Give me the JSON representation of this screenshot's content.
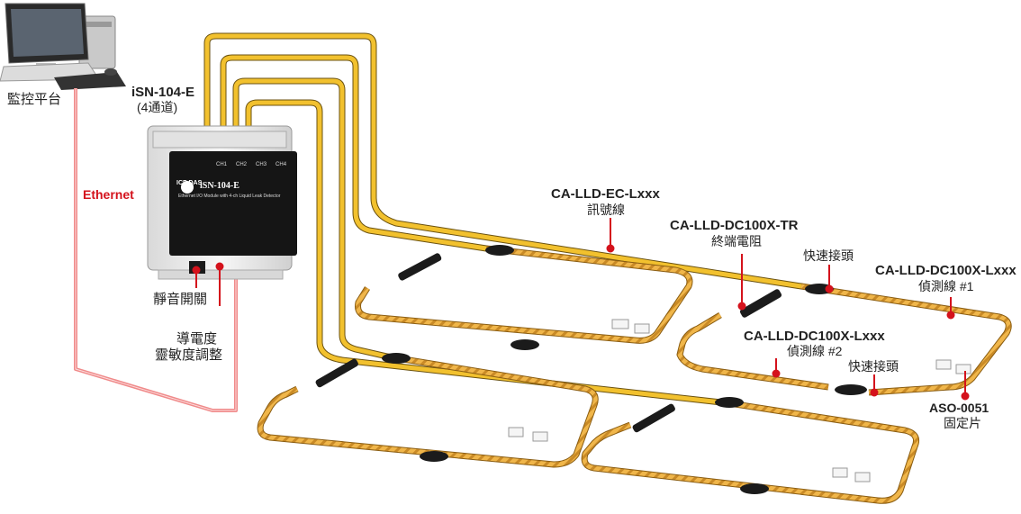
{
  "labels": {
    "monitor_platform": "監控平台",
    "device_model": "iSN-104-E",
    "device_channels": "(4通道)",
    "ethernet": "Ethernet",
    "mute_switch": "靜音開關",
    "sensitivity_line1": "導電度",
    "sensitivity_line2": "靈敏度調整",
    "signal_cable_model": "CA-LLD-EC-Lxxx",
    "signal_cable_name": "訊號線",
    "terminator_model": "CA-LLD-DC100X-TR",
    "terminator_name": "終端電阻",
    "quick_connector_1": "快速接頭",
    "sensing_cable1_model": "CA-LLD-DC100X-Lxxx",
    "sensing_cable1_name": "偵測線 #1",
    "sensing_cable2_model": "CA-LLD-DC100X-Lxxx",
    "sensing_cable2_name": "偵測線 #2",
    "quick_connector_2": "快速接頭",
    "fixing_clip_model": "ASO-0051",
    "fixing_clip_name": "固定片"
  },
  "device": {
    "brand": "ICP DAS",
    "title": "iSN-104-E",
    "subtitle": "Ethernet I/O Module with 4-ch Liquid Leak Detector",
    "channels": [
      "CH1",
      "CH2",
      "CH3",
      "CH4"
    ]
  },
  "colors": {
    "cable_yellow": "#f2c12e",
    "cable_rope": "#d99a2b",
    "ethernet_line": "#f08a8a",
    "callout_red": "#d4121c",
    "device_body": "#ececec",
    "device_panel": "#151515"
  }
}
